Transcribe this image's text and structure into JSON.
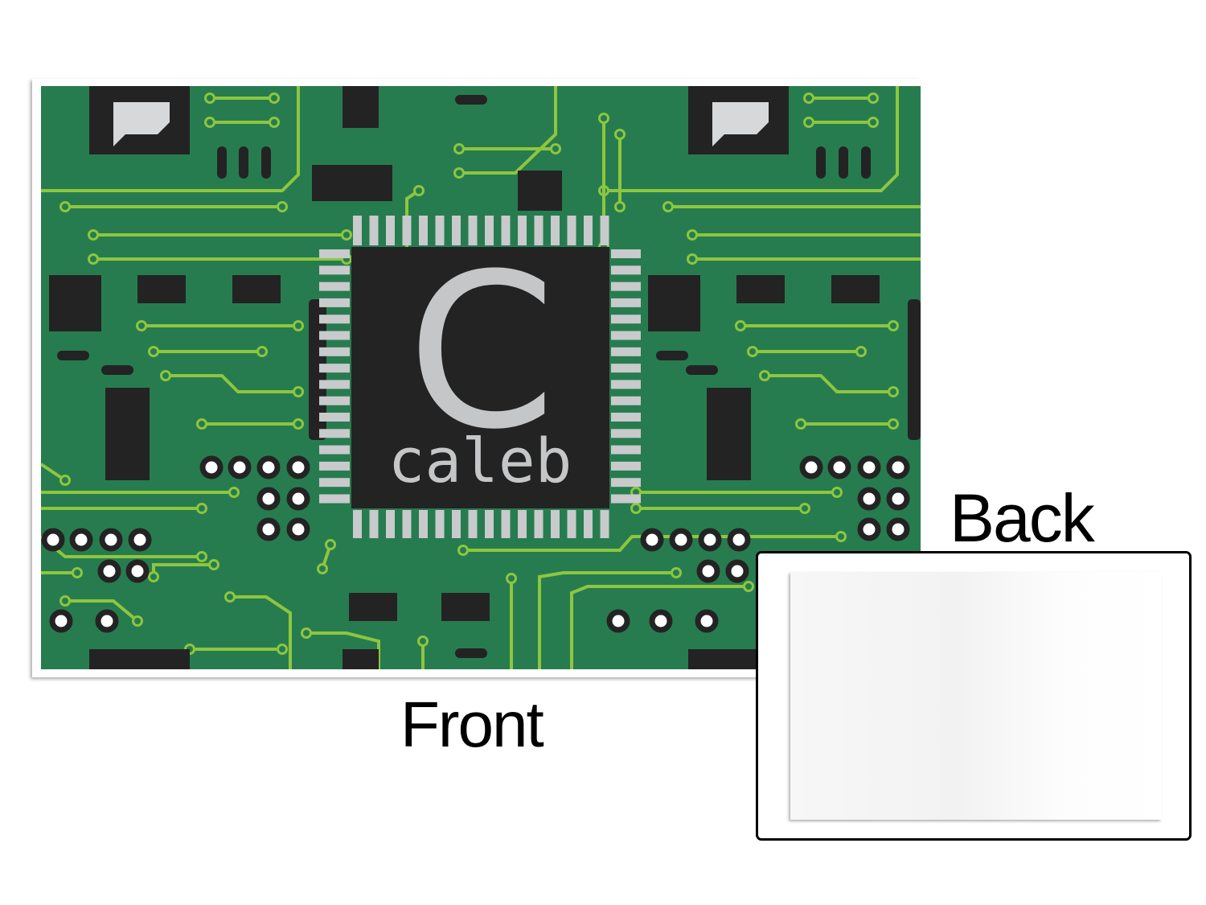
{
  "front": {
    "label": "Front",
    "monogram": "C",
    "name": "caleb"
  },
  "back": {
    "label": "Back"
  },
  "colors": {
    "board": "#277c4f",
    "trace": "#8dc63f",
    "chip": "#232323",
    "pin": "#c8cacc",
    "text": "#c4c6c8"
  }
}
